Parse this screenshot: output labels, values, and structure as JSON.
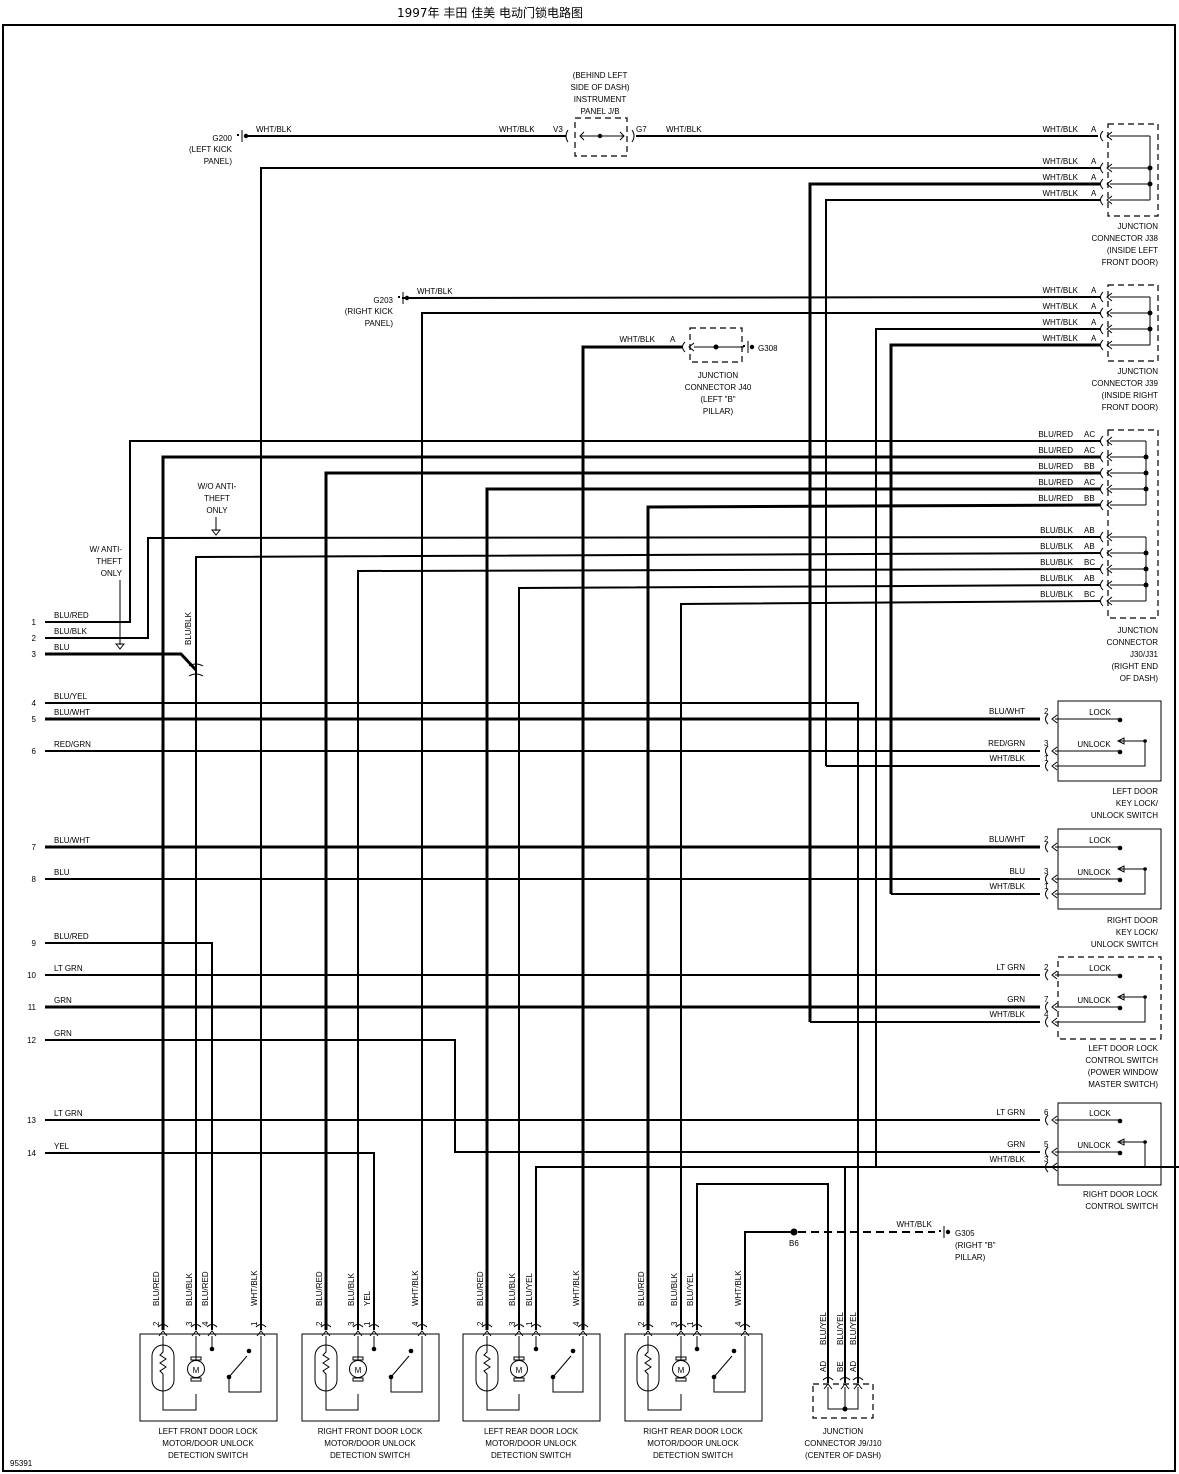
{
  "title": "1997年 丰田 佳美 电动门锁电路图",
  "diagram_id": "95391",
  "grounds": [
    {
      "id": "G200",
      "location": [
        "(LEFT KICK",
        "PANEL)"
      ],
      "wire": "WHT/BLK"
    },
    {
      "id": "G203",
      "location": [
        "(RIGHT KICK",
        "PANEL)"
      ],
      "wire": "WHT/BLK"
    },
    {
      "id": "G308",
      "location": [],
      "wire": "WHT/BLK"
    },
    {
      "id": "G305",
      "location": [
        "(RIGHT \"B\"",
        "PILLAR)"
      ],
      "wire": "WHT/BLK"
    }
  ],
  "instrument_panel_jb": {
    "label": [
      "(BEHIND LEFT",
      "SIDE OF DASH)",
      "INSTRUMENT",
      "PANEL J/B"
    ],
    "pin_in": "V3",
    "pin_out": "G7",
    "wire_in": "WHT/BLK",
    "wire_out": "WHT/BLK"
  },
  "junction_j38": {
    "label": [
      "JUNCTION",
      "CONNECTOR J38",
      "(INSIDE LEFT",
      "FRONT DOOR)"
    ],
    "pins": [
      {
        "wire": "WHT/BLK",
        "pin": "A"
      },
      {
        "wire": "WHT/BLK",
        "pin": "A"
      },
      {
        "wire": "WHT/BLK",
        "pin": "A"
      },
      {
        "wire": "WHT/BLK",
        "pin": "A"
      }
    ]
  },
  "junction_j39": {
    "label": [
      "JUNCTION",
      "CONNECTOR J39",
      "(INSIDE RIGHT",
      "FRONT DOOR)"
    ],
    "pins": [
      {
        "wire": "WHT/BLK",
        "pin": "A"
      },
      {
        "wire": "WHT/BLK",
        "pin": "A"
      },
      {
        "wire": "WHT/BLK",
        "pin": "A"
      },
      {
        "wire": "WHT/BLK",
        "pin": "A"
      }
    ]
  },
  "junction_j40": {
    "label": [
      "JUNCTION",
      "CONNECTOR J40",
      "(LEFT \"B\"",
      "PILLAR)"
    ],
    "wire": "WHT/BLK",
    "pin": "A"
  },
  "junction_j30_j31": {
    "label": [
      "JUNCTION",
      "CONNECTOR",
      "J30/J31",
      "(RIGHT END",
      "OF DASH)"
    ],
    "pins": [
      {
        "wire": "BLU/RED",
        "pin": "AC"
      },
      {
        "wire": "BLU/RED",
        "pin": "AC"
      },
      {
        "wire": "BLU/RED",
        "pin": "BB"
      },
      {
        "wire": "BLU/RED",
        "pin": "AC"
      },
      {
        "wire": "BLU/RED",
        "pin": "BB"
      },
      {
        "wire": "BLU/BLK",
        "pin": "AB"
      },
      {
        "wire": "BLU/BLK",
        "pin": "AB"
      },
      {
        "wire": "BLU/BLK",
        "pin": "BC"
      },
      {
        "wire": "BLU/BLK",
        "pin": "AB"
      },
      {
        "wire": "BLU/BLK",
        "pin": "BC"
      }
    ]
  },
  "notes": {
    "with_antitheft": [
      "W/ ANTI-",
      "THEFT",
      "ONLY"
    ],
    "without_antitheft": [
      "W/O ANTI-",
      "THEFT",
      "ONLY"
    ],
    "splice_wire": "BLU/BLK"
  },
  "left_terminals": [
    {
      "num": "1",
      "wire": "BLU/RED"
    },
    {
      "num": "2",
      "wire": "BLU/BLK"
    },
    {
      "num": "3",
      "wire": "BLU"
    },
    {
      "num": "4",
      "wire": "BLU/YEL"
    },
    {
      "num": "5",
      "wire": "BLU/WHT"
    },
    {
      "num": "6",
      "wire": "RED/GRN"
    },
    {
      "num": "7",
      "wire": "BLU/WHT"
    },
    {
      "num": "8",
      "wire": "BLU"
    },
    {
      "num": "9",
      "wire": "BLU/RED"
    },
    {
      "num": "10",
      "wire": "LT GRN"
    },
    {
      "num": "11",
      "wire": "GRN"
    },
    {
      "num": "12",
      "wire": "GRN"
    },
    {
      "num": "13",
      "wire": "LT GRN"
    },
    {
      "num": "14",
      "wire": "YEL"
    }
  ],
  "switches": [
    {
      "label": [
        "LEFT DOOR",
        "KEY LOCK/",
        "UNLOCK SWITCH"
      ],
      "dashed": false,
      "pins": [
        {
          "wire": "BLU/WHT",
          "pin": "2"
        },
        {
          "wire": "RED/GRN",
          "pin": "3"
        },
        {
          "wire": "WHT/BLK",
          "pin": "1"
        }
      ],
      "lock": "LOCK",
      "unlock": "UNLOCK"
    },
    {
      "label": [
        "RIGHT DOOR",
        "KEY LOCK/",
        "UNLOCK SWITCH"
      ],
      "dashed": false,
      "pins": [
        {
          "wire": "BLU/WHT",
          "pin": "2"
        },
        {
          "wire": "BLU",
          "pin": "3"
        },
        {
          "wire": "WHT/BLK",
          "pin": "1"
        }
      ],
      "lock": "LOCK",
      "unlock": "UNLOCK"
    },
    {
      "label": [
        "LEFT DOOR LOCK",
        "CONTROL SWITCH",
        "(POWER WINDOW",
        "MASTER SWITCH)"
      ],
      "dashed": true,
      "pins": [
        {
          "wire": "LT GRN",
          "pin": "2"
        },
        {
          "wire": "GRN",
          "pin": "7"
        },
        {
          "wire": "WHT/BLK",
          "pin": "4"
        }
      ],
      "lock": "LOCK",
      "unlock": "UNLOCK"
    },
    {
      "label": [
        "RIGHT DOOR LOCK",
        "CONTROL SWITCH"
      ],
      "dashed": false,
      "pins": [
        {
          "wire": "LT GRN",
          "pin": "6"
        },
        {
          "wire": "GRN",
          "pin": "5"
        },
        {
          "wire": "WHT/BLK",
          "pin": "3"
        }
      ],
      "lock": "LOCK",
      "unlock": "UNLOCK"
    }
  ],
  "motors": [
    {
      "label": [
        "LEFT FRONT DOOR LOCK",
        "MOTOR/DOOR UNLOCK",
        "DETECTION SWITCH"
      ],
      "pins": [
        {
          "wire": "BLU/RED",
          "pin": "2"
        },
        {
          "wire": "BLU/BLK",
          "pin": "3"
        },
        {
          "wire": "BLU/RED",
          "pin": "4"
        },
        {
          "wire": "WHT/BLK",
          "pin": "1"
        }
      ]
    },
    {
      "label": [
        "RIGHT FRONT DOOR LOCK",
        "MOTOR/DOOR UNLOCK",
        "DETECTION SWITCH"
      ],
      "pins": [
        {
          "wire": "BLU/RED",
          "pin": "2"
        },
        {
          "wire": "BLU/BLK",
          "pin": "3"
        },
        {
          "wire": "YEL",
          "pin": "1"
        },
        {
          "wire": "WHT/BLK",
          "pin": "4"
        }
      ]
    },
    {
      "label": [
        "LEFT REAR DOOR LOCK",
        "MOTOR/DOOR UNLOCK",
        "DETECTION SWITCH"
      ],
      "pins": [
        {
          "wire": "BLU/RED",
          "pin": "2"
        },
        {
          "wire": "BLU/BLK",
          "pin": "3"
        },
        {
          "wire": "BLU/YEL",
          "pin": "1"
        },
        {
          "wire": "WHT/BLK",
          "pin": "4"
        }
      ]
    },
    {
      "label": [
        "RIGHT REAR DOOR LOCK",
        "MOTOR/DOOR UNLOCK",
        "DETECTION SWITCH"
      ],
      "pins": [
        {
          "wire": "BLU/RED",
          "pin": "2"
        },
        {
          "wire": "BLU/BLK",
          "pin": "3"
        },
        {
          "wire": "BLU/YEL",
          "pin": "1"
        },
        {
          "wire": "WHT/BLK",
          "pin": "4"
        }
      ]
    }
  ],
  "motor_symbol": "M",
  "junction_j9_j10": {
    "label": [
      "JUNCTION",
      "CONNECTOR J9/J10",
      "(CENTER OF DASH)"
    ],
    "pins": [
      {
        "wire": "BLU/YEL",
        "pin": "AD"
      },
      {
        "wire": "BLU/YEL",
        "pin": "BE"
      },
      {
        "wire": "BLU/YEL",
        "pin": "AD"
      }
    ]
  },
  "splice_b6": {
    "id": "B6",
    "wire": "WHT/BLK"
  }
}
